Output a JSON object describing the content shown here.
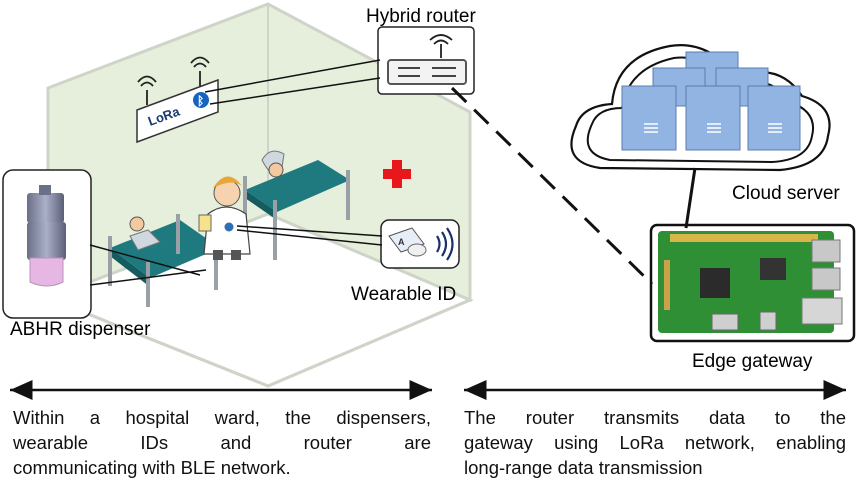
{
  "labels": {
    "hybrid_router": "Hybrid router",
    "cloud_server": "Cloud server",
    "wearable_id": "Wearable ID",
    "abhr_dispenser": "ABHR dispenser",
    "edge_gateway": "Edge gateway"
  },
  "ap_sign": {
    "lora": "LoRa",
    "bluetooth": "ᛒ"
  },
  "tag_letter": "A",
  "captions": {
    "left": [
      "Within a hospital ward, the dispensers,",
      "wearable IDs and router are",
      "communicating with BLE network."
    ],
    "right": [
      "The router transmits data to the",
      "gateway using LoRa network, enabling",
      "long-range data transmission"
    ]
  },
  "colors": {
    "ward_wall": "#e6efdc",
    "red_cross": "#e8171c",
    "cloud_server_box": "#92b4e2",
    "pcb": "#2f8f35",
    "bed_mattress": "#1f7a80"
  }
}
